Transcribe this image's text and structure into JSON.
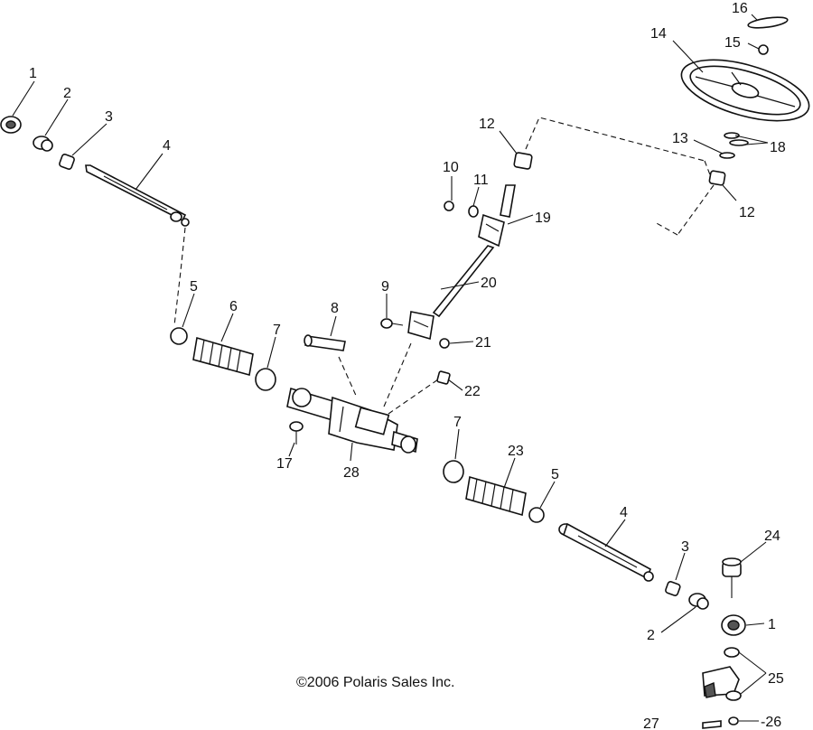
{
  "diagram": {
    "copyright": "©2006 Polaris Sales Inc.",
    "callouts": {
      "c1a": "1",
      "c2a": "2",
      "c3a": "3",
      "c4a": "4",
      "c5a": "5",
      "c6": "6",
      "c7a": "7",
      "c8": "8",
      "c9": "9",
      "c10": "10",
      "c11": "11",
      "c12a": "12",
      "c13": "13",
      "c14": "14",
      "c15": "15",
      "c16": "16",
      "c18": "18",
      "c12b": "12",
      "c19": "19",
      "c20": "20",
      "c21": "21",
      "c22": "22",
      "c17": "17",
      "c28": "28",
      "c7b": "7",
      "c23": "23",
      "c5b": "5",
      "c4b": "4",
      "c3b": "3",
      "c24": "24",
      "c2b": "2",
      "c1b": "1",
      "c25": "25",
      "c26": "-26",
      "c27": "27"
    }
  }
}
